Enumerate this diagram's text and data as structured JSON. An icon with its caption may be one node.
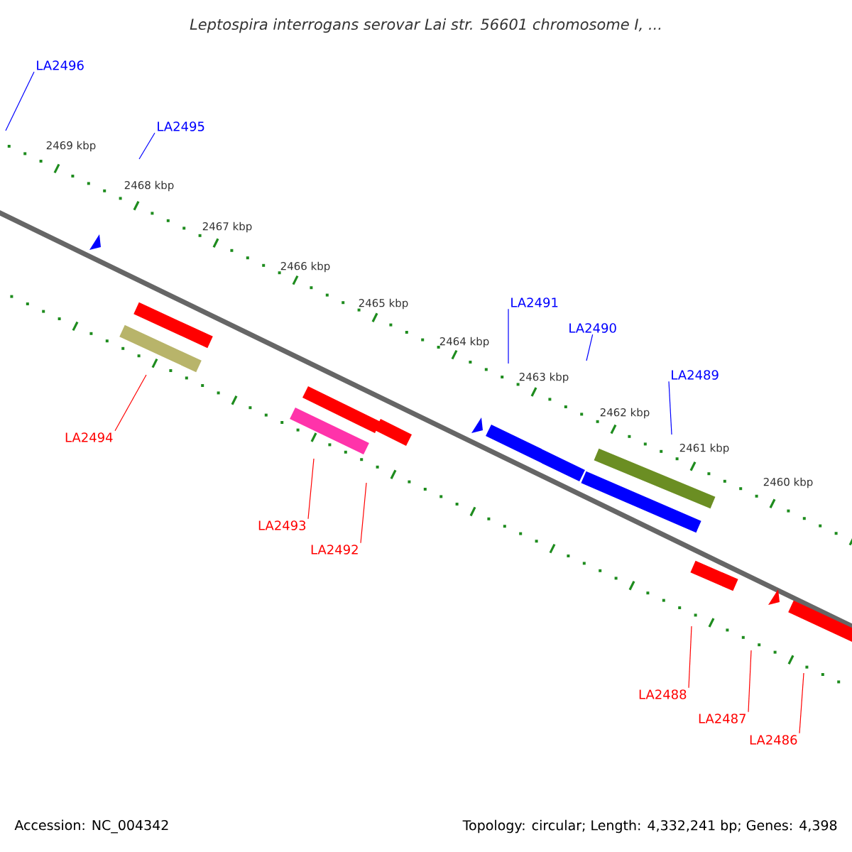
{
  "diagram": {
    "title": "Leptospira interrogans serovar Lai str. 56601 chromosome I, ...",
    "nodes": [
      {
        "text": [
          "LA2496"
        ]
      },
      {
        "text": [
          "LA2495"
        ]
      },
      {
        "text": [
          "LA2491"
        ]
      },
      {
        "text": [
          "LA2490"
        ]
      },
      {
        "text": [
          "LA2489"
        ]
      },
      {
        "text": [
          "LA2494"
        ]
      },
      {
        "text": [
          "LA2493"
        ]
      },
      {
        "text": [
          "LA2492"
        ]
      },
      {
        "text": [
          "LA2488"
        ]
      },
      {
        "text": [
          "LA2487"
        ]
      },
      {
        "text": [
          "LA2486"
        ]
      }
    ],
    "edges": [
      {
        "from": 0,
        "to": null,
        "arrow": "none",
        "color": "#0000ff"
      },
      {
        "from": 1,
        "to": null,
        "arrow": "none",
        "color": "#0000ff"
      },
      {
        "from": 2,
        "to": null,
        "arrow": "none",
        "color": "#0000ff"
      },
      {
        "from": 3,
        "to": null,
        "arrow": "none",
        "color": "#0000ff"
      },
      {
        "from": 4,
        "to": null,
        "arrow": "none",
        "color": "#0000ff"
      },
      {
        "from": 5,
        "to": null,
        "arrow": "none",
        "color": "#ff0000"
      },
      {
        "from": 6,
        "to": null,
        "arrow": "none",
        "color": "#ff0000"
      },
      {
        "from": 7,
        "to": null,
        "arrow": "none",
        "color": "#ff0000"
      },
      {
        "from": 8,
        "to": null,
        "arrow": "none",
        "color": "#ff0000"
      },
      {
        "from": 9,
        "to": null,
        "arrow": "none",
        "color": "#ff0000"
      },
      {
        "from": 10,
        "to": null,
        "arrow": "none",
        "color": "#ff0000"
      }
    ],
    "labels": [
      "2469 kbp",
      "2468 kbp",
      "2467 kbp",
      "2466 kbp",
      "2465 kbp",
      "2464 kbp",
      "2463 kbp",
      "2462 kbp",
      "2461 kbp",
      "2460 kbp",
      "Accession: NC_004342",
      "Topology: circular; Length: 4,332,241 bp; Genes: 4,398"
    ]
  }
}
